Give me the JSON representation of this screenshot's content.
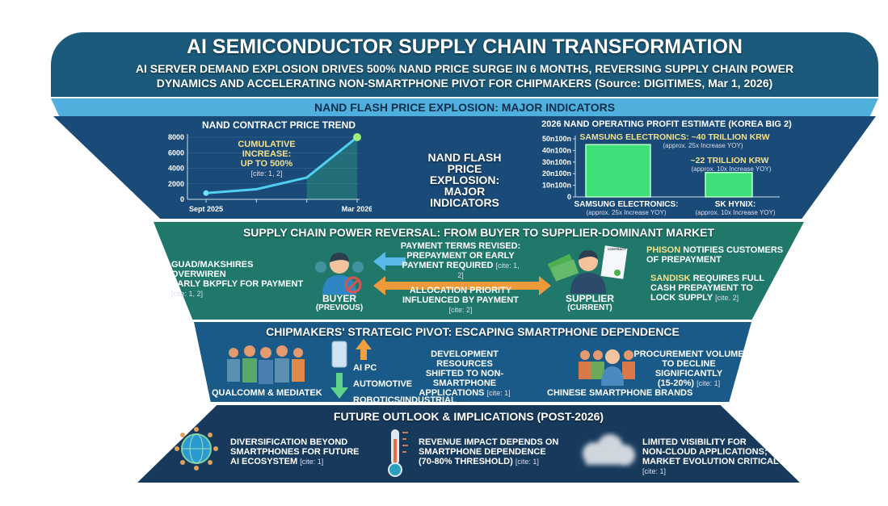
{
  "header": {
    "title": "AI SEMICONDUCTOR SUPPLY CHAIN TRANSFORMATION",
    "subtitle_line1": "AI SERVER DEMAND EXPLOSION DRIVES 500% NAND PRICE SURGE IN 6 MONTHS, REVERSING SUPPLY CHAIN POWER",
    "subtitle_line2": "DYNAMICS AND ACCELERATING NON-SMARTPHONE PIVOT FOR CHIPMAKERS (Source: DIGITIMES, Mar 1, 2026)"
  },
  "section1": {
    "title": "NAND FLASH PRICE EXPLOSION: MAJOR INDICATORS",
    "center_l1": "NAND FLASH",
    "center_l2": "PRICE",
    "center_l3": "EXPLOSION:",
    "center_l4": "MAJOR INDICATORS"
  },
  "chart_data": [
    {
      "type": "line",
      "title": "NAND CONTRACT PRICE TREND",
      "x": [
        "Sept 2025",
        "",
        "",
        "Mar 2026"
      ],
      "values": [
        800,
        1300,
        2800,
        8000
      ],
      "yticks": [
        "0",
        "2000",
        "4000",
        "6000",
        "8000"
      ],
      "ylim": [
        0,
        8000
      ],
      "annotation": "CUMULATIVE INCREASE:",
      "annotation2": "UP TO 500%",
      "annotation_cite": "[cite: 1, 2]",
      "color": "#4fd0f0"
    },
    {
      "type": "bar",
      "title": "2026 NAND OPERATING PROFIT ESTIMATE (KOREA BIG 2)",
      "categories": [
        "SAMSUNG ELECTRONICS:",
        "SK HYNIX:"
      ],
      "category_notes": [
        "(approx. 25x Increase YOY)",
        "(approx. 10x Increase YOY)"
      ],
      "values": [
        45,
        21
      ],
      "ylim": [
        0,
        50
      ],
      "yticks": [
        "0",
        "10n100n",
        "20n100n",
        "30n100n",
        "40n100n",
        "50n100n"
      ],
      "labels": [
        "SAMSUNG ELECTRONICS: ~40 TRILLION KRW",
        "~22 TRILLION KRW"
      ],
      "label_notes": [
        "(approx. 25x Increase YOY)",
        "(approx. 10x Increase YOY)"
      ],
      "color": "#3ee07a"
    }
  ],
  "section2": {
    "title": "SUPPLY CHAIN POWER REVERSAL: FROM BUYER TO SUPPLIER-DOMINANT MARKET",
    "left_text_l1": "GUAD/MAKSHIRES OVERWIREN",
    "left_text_l2": "EARLY BKPFLY FOR PAYMENT",
    "left_cite": "[cite: 1, 2]",
    "buyer": "BUYER",
    "buyer_sub": "(PREVIOUS)",
    "supplier": "SUPPLIER",
    "supplier_sub": "(CURRENT)",
    "arrow1_l1": "PAYMENT TERMS REVISED:",
    "arrow1_l2": "PREPAYMENT OR EARLY",
    "arrow1_l3": "PAYMENT REQUIRED",
    "arrow1_cite": "[cite: 1, 2]",
    "arrow2_l1": "ALLOCATION PRIORITY",
    "arrow2_l2": "INFLUENCED BY PAYMENT",
    "arrow2_cite": "[cite: 2]",
    "contract": "CONTRACT",
    "phison": "PHISON",
    "phison_text": " NOTIFIES CUSTOMERS",
    "phison_text2": "OF PREPAYMENT",
    "sandisk": "SANDISK",
    "sandisk_text": " REQUIRES FULL",
    "sandisk_text2": "CASH PREPAYMENT TO",
    "sandisk_text3": "LOCK SUPPLY ",
    "sandisk_cite": "[cite. 2]"
  },
  "section3": {
    "title": "CHIPMAKERS' STRATEGIC PIVOT: ESCAPING SMARTPHONE DEPENDENCE",
    "qualcomm": "QUALCOMM & MEDIATEK",
    "apps": [
      "AI PC",
      "AUTOMOTIVE",
      "ROBOTICS/INDUSTRIAL"
    ],
    "dev_l1": "DEVELOPMENT RESOURCES",
    "dev_l2": "SHIFTED TO NON-SMARTPHONE",
    "dev_l3": "APPLICATIONS",
    "dev_cite": "[cite: 1]",
    "chinese": "CHINESE SMARTPHONE BRANDS",
    "proc_l1": "PROCUREMENT VOLUME",
    "proc_l2": "TO DECLINE SIGNIFICANTLY",
    "proc_l3": "(15-20%)",
    "proc_cite": "[cite: 1]"
  },
  "section4": {
    "title": "FUTURE OUTLOOK & IMPLICATIONS (POST-2026)",
    "i1_l1": "DIVERSIFICATION BEYOND",
    "i1_l2": "SMARTPHONES FOR FUTURE",
    "i1_l3": "AI ECOSYSTEM",
    "i1_cite": "[cite: 1]",
    "i2_l1": "REVENUE IMPACT DEPENDS ON",
    "i2_l2": "SMARTPHONE DEPENDENCE",
    "i2_l3": "(70-80% THRESHOLD)",
    "i2_cite": "[cite: 1]",
    "i3_l1": "LIMITED VISIBILITY FOR",
    "i3_l2": "NON-CLOUD APPLICATIONS;",
    "i3_l3": "MARKET EVOLUTION CRITICAL",
    "i3_cite": "[cite: 1]"
  }
}
